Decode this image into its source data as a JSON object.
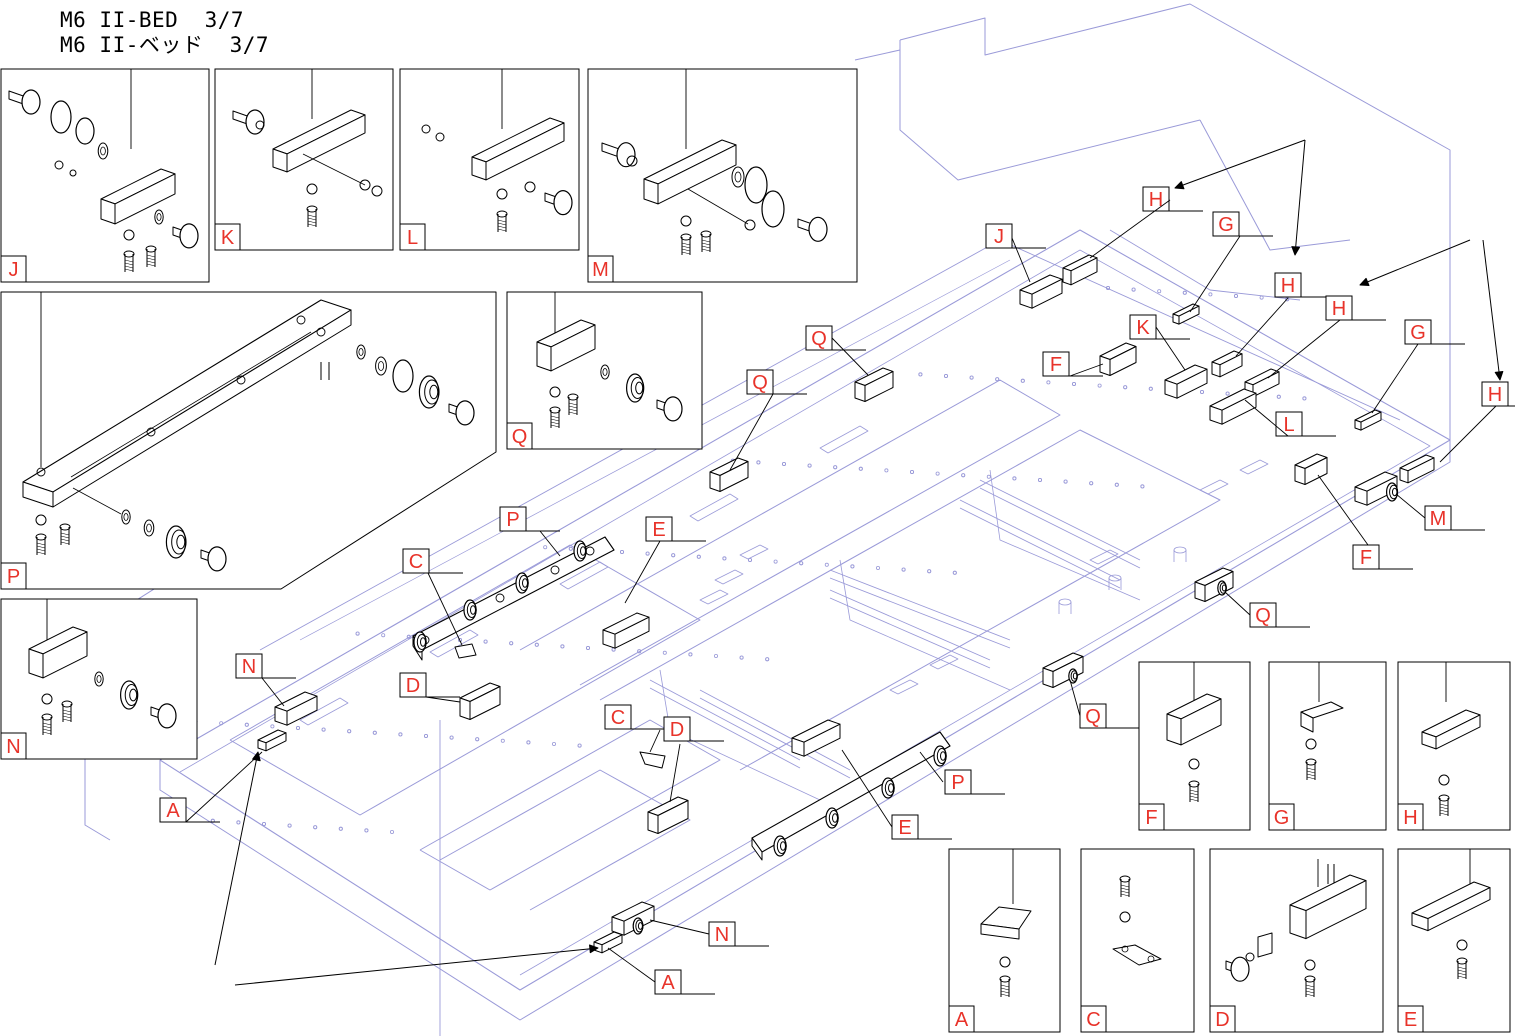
{
  "title": {
    "line1": "M6 II-BED  3/7",
    "line2": "M6 II-ベッド  3/7"
  },
  "colors": {
    "callout_red": "#e8332a",
    "bed_line": "#9a9ad8",
    "ink": "#000000"
  },
  "detail_panels": [
    {
      "letter": "J"
    },
    {
      "letter": "K"
    },
    {
      "letter": "L"
    },
    {
      "letter": "M"
    },
    {
      "letter": "P"
    },
    {
      "letter": "Q"
    },
    {
      "letter": "N"
    },
    {
      "letter": "F"
    },
    {
      "letter": "G"
    },
    {
      "letter": "H"
    },
    {
      "letter": "A"
    },
    {
      "letter": "C"
    },
    {
      "letter": "D"
    },
    {
      "letter": "E"
    }
  ],
  "callouts": [
    {
      "letter": "H"
    },
    {
      "letter": "J"
    },
    {
      "letter": "G"
    },
    {
      "letter": "H"
    },
    {
      "letter": "H"
    },
    {
      "letter": "Q"
    },
    {
      "letter": "K"
    },
    {
      "letter": "F"
    },
    {
      "letter": "G"
    },
    {
      "letter": "Q"
    },
    {
      "letter": "L"
    },
    {
      "letter": "H"
    },
    {
      "letter": "M"
    },
    {
      "letter": "F"
    },
    {
      "letter": "P"
    },
    {
      "letter": "E"
    },
    {
      "letter": "C"
    },
    {
      "letter": "Q"
    },
    {
      "letter": "N"
    },
    {
      "letter": "D"
    },
    {
      "letter": "C"
    },
    {
      "letter": "D"
    },
    {
      "letter": "Q"
    },
    {
      "letter": "P"
    },
    {
      "letter": "A"
    },
    {
      "letter": "E"
    },
    {
      "letter": "N"
    },
    {
      "letter": "A"
    }
  ]
}
